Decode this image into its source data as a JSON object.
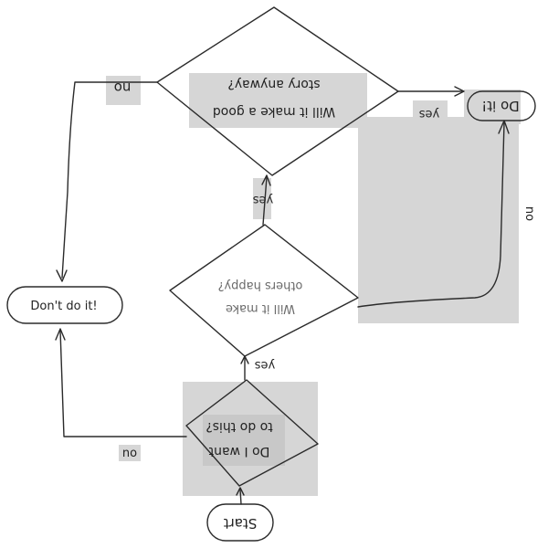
{
  "nodes": {
    "start": "Start",
    "decision_want": [
      "Do I want",
      "to do this?"
    ],
    "decision_others": [
      "Will it make",
      "others happy?"
    ],
    "decision_everyone": [
      "Will it make a good",
      "story anyway?"
    ],
    "do_it": "Do it!",
    "dont_do_it": "Don't do it!"
  },
  "edges": {
    "want_yes": "yes",
    "want_no": "no",
    "others_yes": "yes",
    "others_no": "no",
    "story_yes": "yes",
    "story_no": "no"
  }
}
